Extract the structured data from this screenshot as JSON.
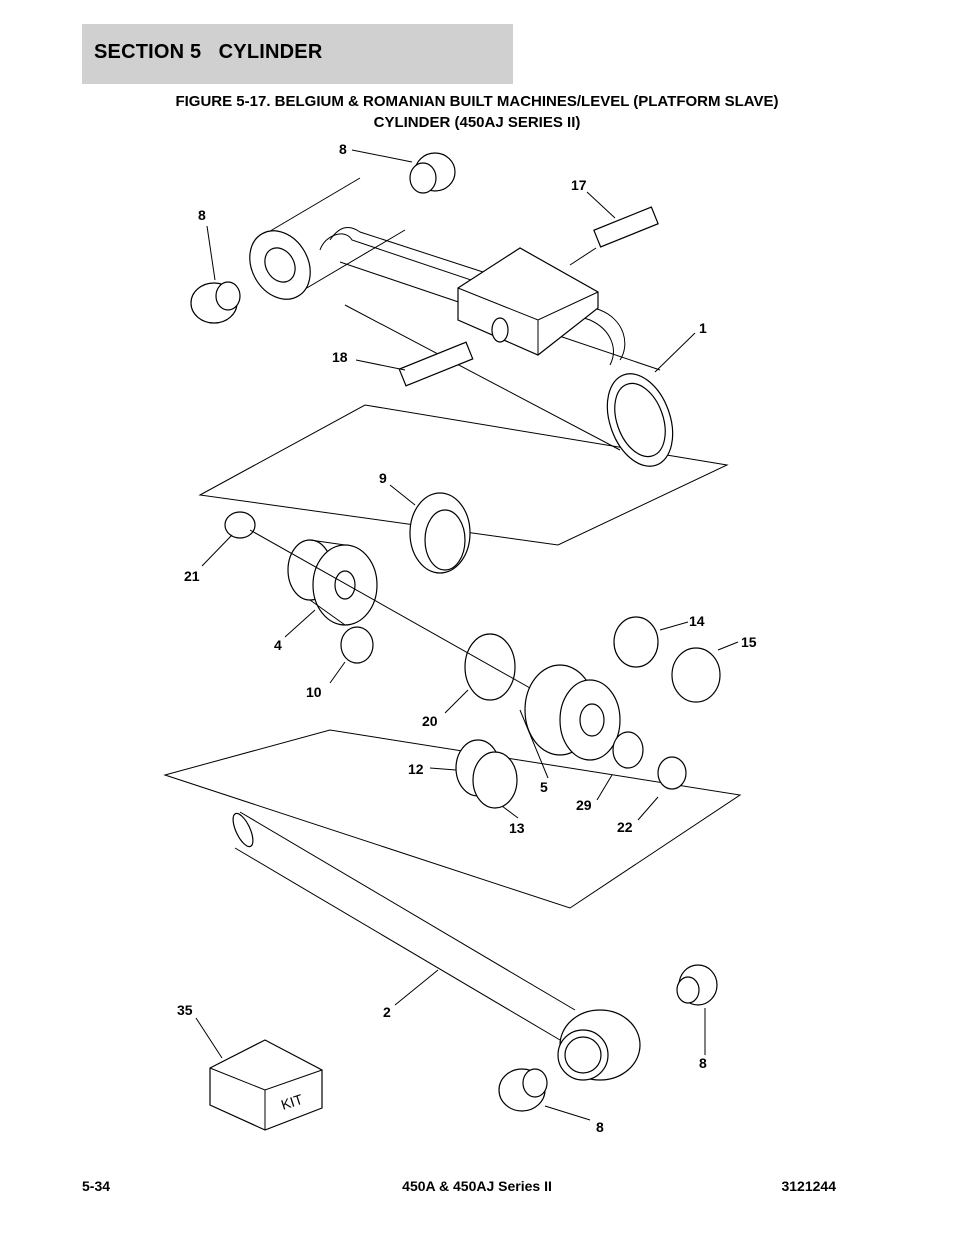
{
  "section": {
    "title": "SECTION 5   CYLINDER"
  },
  "figure": {
    "title_line1": "FIGURE 5-17. BELGIUM & ROMANIAN BUILT MACHINES/LEVEL (PLATFORM SLAVE)",
    "title_line2": "CYLINDER (450AJ SERIES II)"
  },
  "callouts": {
    "c8a": "8",
    "c8b": "8",
    "c17": "17",
    "c1": "1",
    "c18": "18",
    "c9": "9",
    "c21": "21",
    "c4": "4",
    "c10": "10",
    "c14": "14",
    "c15": "15",
    "c20": "20",
    "c12": "12",
    "c5": "5",
    "c29": "29",
    "c13": "13",
    "c22": "22",
    "c35": "35",
    "c2": "2",
    "c8c": "8",
    "c8d": "8"
  },
  "kit_label": "KIT",
  "footer": {
    "left": "5-34",
    "center": "450A & 450AJ Series II",
    "right": "3121244"
  }
}
